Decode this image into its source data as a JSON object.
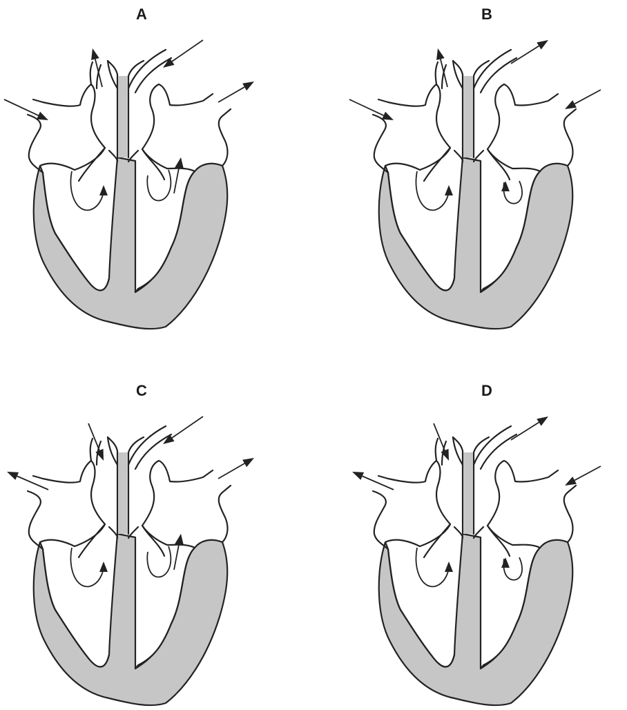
{
  "diagrams": [
    {
      "id": "a",
      "label": "A",
      "aorta": "out",
      "pulmonary": "in",
      "vena_cava": "in",
      "pulmonary_vein": "out",
      "left_valve_arrow": "up",
      "right_valve_arrow": "up"
    },
    {
      "id": "b",
      "label": "B",
      "aorta": "out",
      "pulmonary": "out",
      "vena_cava": "in",
      "pulmonary_vein": "in",
      "left_valve_arrow": "up",
      "right_valve_arrow": "down"
    },
    {
      "id": "c",
      "label": "C",
      "aorta": "in",
      "pulmonary": "in",
      "vena_cava": "out",
      "pulmonary_vein": "out",
      "left_valve_arrow": "up",
      "right_valve_arrow": "up"
    },
    {
      "id": "d",
      "label": "D",
      "aorta": "in",
      "pulmonary": "out",
      "vena_cava": "out",
      "pulmonary_vein": "in",
      "left_valve_arrow": "up",
      "right_valve_arrow": "down"
    }
  ],
  "colors": {
    "muscle": "#c6c6c6",
    "outline": "#222222",
    "background": "#ffffff"
  }
}
